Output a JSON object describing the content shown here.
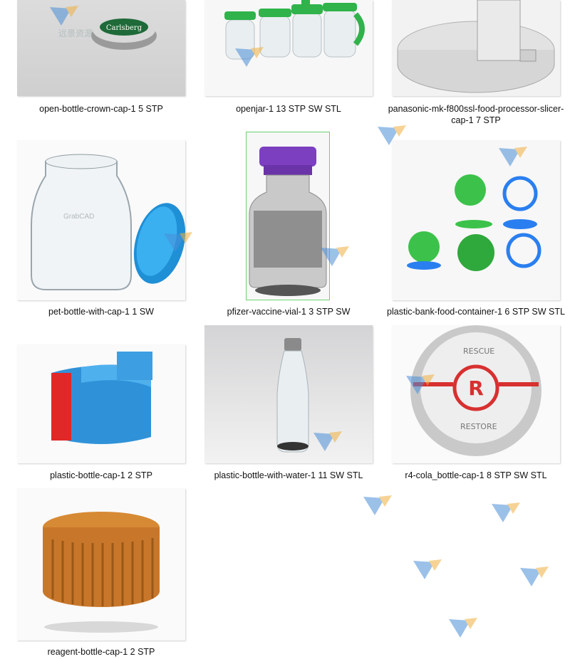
{
  "files": [
    {
      "label": "open-bottle-crown-cap-1 5 STP"
    },
    {
      "label": "openjar-1 13 STP SW STL"
    },
    {
      "label": "panasonic-mk-f800ssl-food-processor-slicer-cap-1 7 STP"
    },
    {
      "label": "pet-bottle-with-cap-1 1 SW"
    },
    {
      "label": "pfizer-vaccine-vial-1 3 STP SW"
    },
    {
      "label": "plastic-bank-food-container-1 6 STP SW STL"
    },
    {
      "label": "plastic-bottle-cap-1 2 STP"
    },
    {
      "label": "plastic-bottle-with-water-1 11 SW STL"
    },
    {
      "label": "r4-cola_bottle-cap-1 8 STP SW STL"
    },
    {
      "label": "reagent-bottle-cap-1 2 STP"
    }
  ],
  "watermark": {
    "text": "远景资源"
  },
  "colors": {
    "selection_border": "#6fd06f",
    "watermark": "#4a8fd8"
  }
}
